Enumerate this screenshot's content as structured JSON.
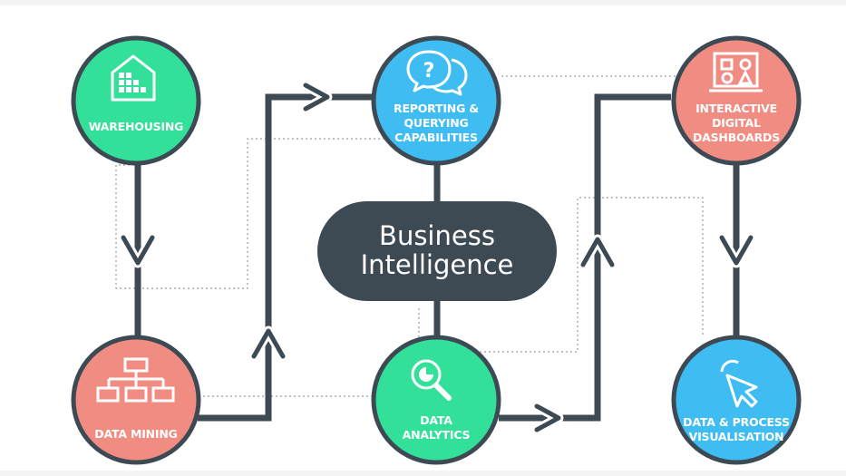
{
  "diagram": {
    "center": {
      "lines": [
        "Business",
        "Intelligence"
      ]
    },
    "nodes": [
      {
        "id": "warehousing",
        "lines": [
          "WAREHOUSING"
        ],
        "color": "#33e09a",
        "icon": "warehouse-icon"
      },
      {
        "id": "data-mining",
        "lines": [
          "DATA MINING"
        ],
        "color": "#f08c82",
        "icon": "org-chart-icon"
      },
      {
        "id": "reporting",
        "lines": [
          "REPORTING &",
          "QUERYING",
          "CAPABILITIES"
        ],
        "color": "#3fbdf2",
        "icon": "chat-question-icon"
      },
      {
        "id": "data-analytics",
        "lines": [
          "DATA",
          "ANALYTICS"
        ],
        "color": "#33e09a",
        "icon": "magnifier-chart-icon"
      },
      {
        "id": "dashboards",
        "lines": [
          "INTERACTIVE",
          "DIGITAL",
          "DASHBOARDS"
        ],
        "color": "#f08c82",
        "icon": "dashboard-monitor-icon"
      },
      {
        "id": "visualisation",
        "lines": [
          "DATA & PROCESS",
          "VISUALISATION"
        ],
        "color": "#3fbdf2",
        "icon": "cursor-click-icon"
      }
    ],
    "colors": {
      "dark": "#3d4a54",
      "connector": "#3d4a54",
      "dotted": "#9a9a9a"
    }
  }
}
